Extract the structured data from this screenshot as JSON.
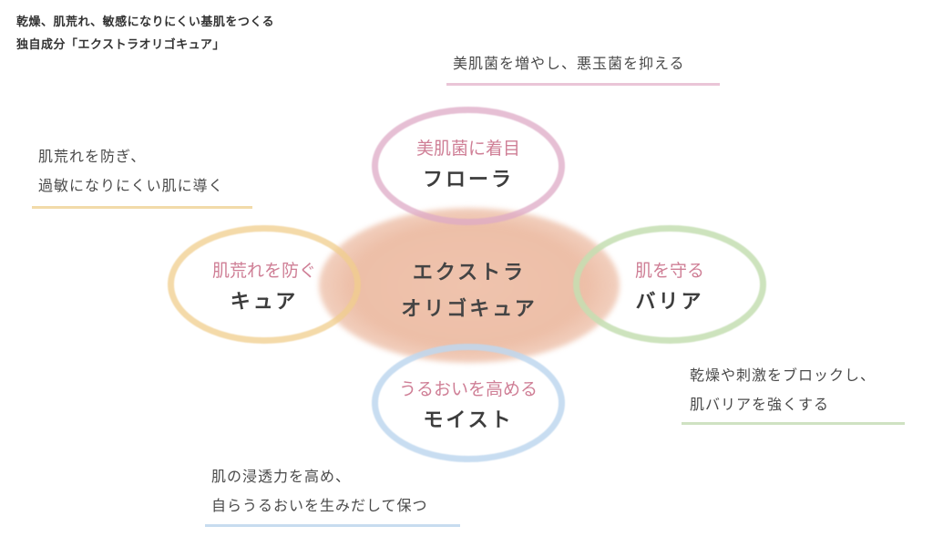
{
  "heading": {
    "line1": "乾燥、肌荒れ、敏感になりにくい基肌をつくる",
    "line2": "独自成分「エクストラオリゴキュア」"
  },
  "center": {
    "line1": "エクストラ",
    "line2": "オリゴキュア"
  },
  "circles": {
    "top": {
      "sub": "美肌菌に着目",
      "main": "フローラ",
      "ring_color": "#ddaac6"
    },
    "left": {
      "sub": "肌荒れを防ぐ",
      "main": "キュア",
      "ring_color": "#f0cd8c"
    },
    "right": {
      "sub": "肌を守る",
      "main": "バリア",
      "ring_color": "#c4deb2"
    },
    "bottom": {
      "sub": "うるおいを高める",
      "main": "モイスト",
      "ring_color": "#bed7ee"
    }
  },
  "notes": {
    "top": {
      "line1": "美肌菌を増やし、悪玉菌を抑える"
    },
    "top_left": {
      "line1": "肌荒れを防ぎ、",
      "line2": "過敏になりにくい肌に導く"
    },
    "bottom_right": {
      "line1": "乾燥や刺激をブロックし、",
      "line2": "肌バリアを強くする"
    },
    "bottom_left": {
      "line1": "肌の浸透力を高め、",
      "line2": "自らうるおいを生みだして保つ"
    }
  },
  "colors": {
    "center_fill": "#efc3ad",
    "sub_label": "#cf7f96",
    "main_label": "#3d3d3d"
  }
}
